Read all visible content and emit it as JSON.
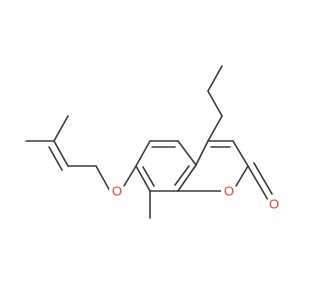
{
  "molecule": {
    "atoms": {
      "ring_oxygen": {
        "symbol": "O"
      },
      "ether_oxygen": {
        "symbol": "O"
      },
      "carbonyl_oxygen": {
        "symbol": "O"
      }
    }
  },
  "colors": {
    "bond": "#3a3a3a",
    "oxygen": "#e8422b",
    "background": "#ffffff"
  }
}
